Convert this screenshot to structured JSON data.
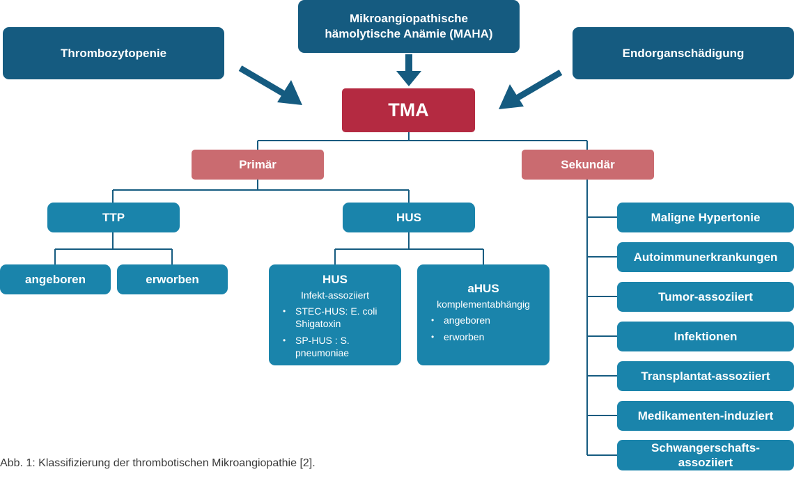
{
  "top": {
    "thrombocytopenia": "Thrombozytopenie",
    "maha_line1": "Mikroangiopathische",
    "maha_line2": "hämolytische Anämie (MAHA)",
    "end_organ": "Endorganschädigung"
  },
  "root": "TMA",
  "primary": {
    "label": "Primär",
    "ttp": {
      "label": "TTP",
      "children": [
        "angeboren",
        "erworben"
      ]
    },
    "hus": {
      "label": "HUS",
      "infect": {
        "title": "HUS",
        "subtitle": "Infekt-assoziiert",
        "items": [
          "STEC-HUS: E. coli Shigatoxin",
          "SP-HUS : S. pneumoniae"
        ]
      },
      "ahus": {
        "title": "aHUS",
        "subtitle": "komplementabhängig",
        "items": [
          "angeboren",
          "erworben"
        ]
      }
    }
  },
  "secondary": {
    "label": "Sekundär",
    "items": [
      "Maligne Hypertonie",
      "Autoimmunerkrankungen",
      "Tumor-assoziiert",
      "Infektionen",
      "Transplantat-assoziiert",
      "Medikamenten-induziert",
      "Schwangerschafts-assoziiert"
    ]
  },
  "caption": "Abb. 1: Klassifizierung der thrombotischen Mikroangiopathie [2].",
  "colors": {
    "dark_blue": "#155b80",
    "tma_red": "#b42a41",
    "category_pink": "#ca6b70",
    "mid_blue": "#1a84ab"
  }
}
